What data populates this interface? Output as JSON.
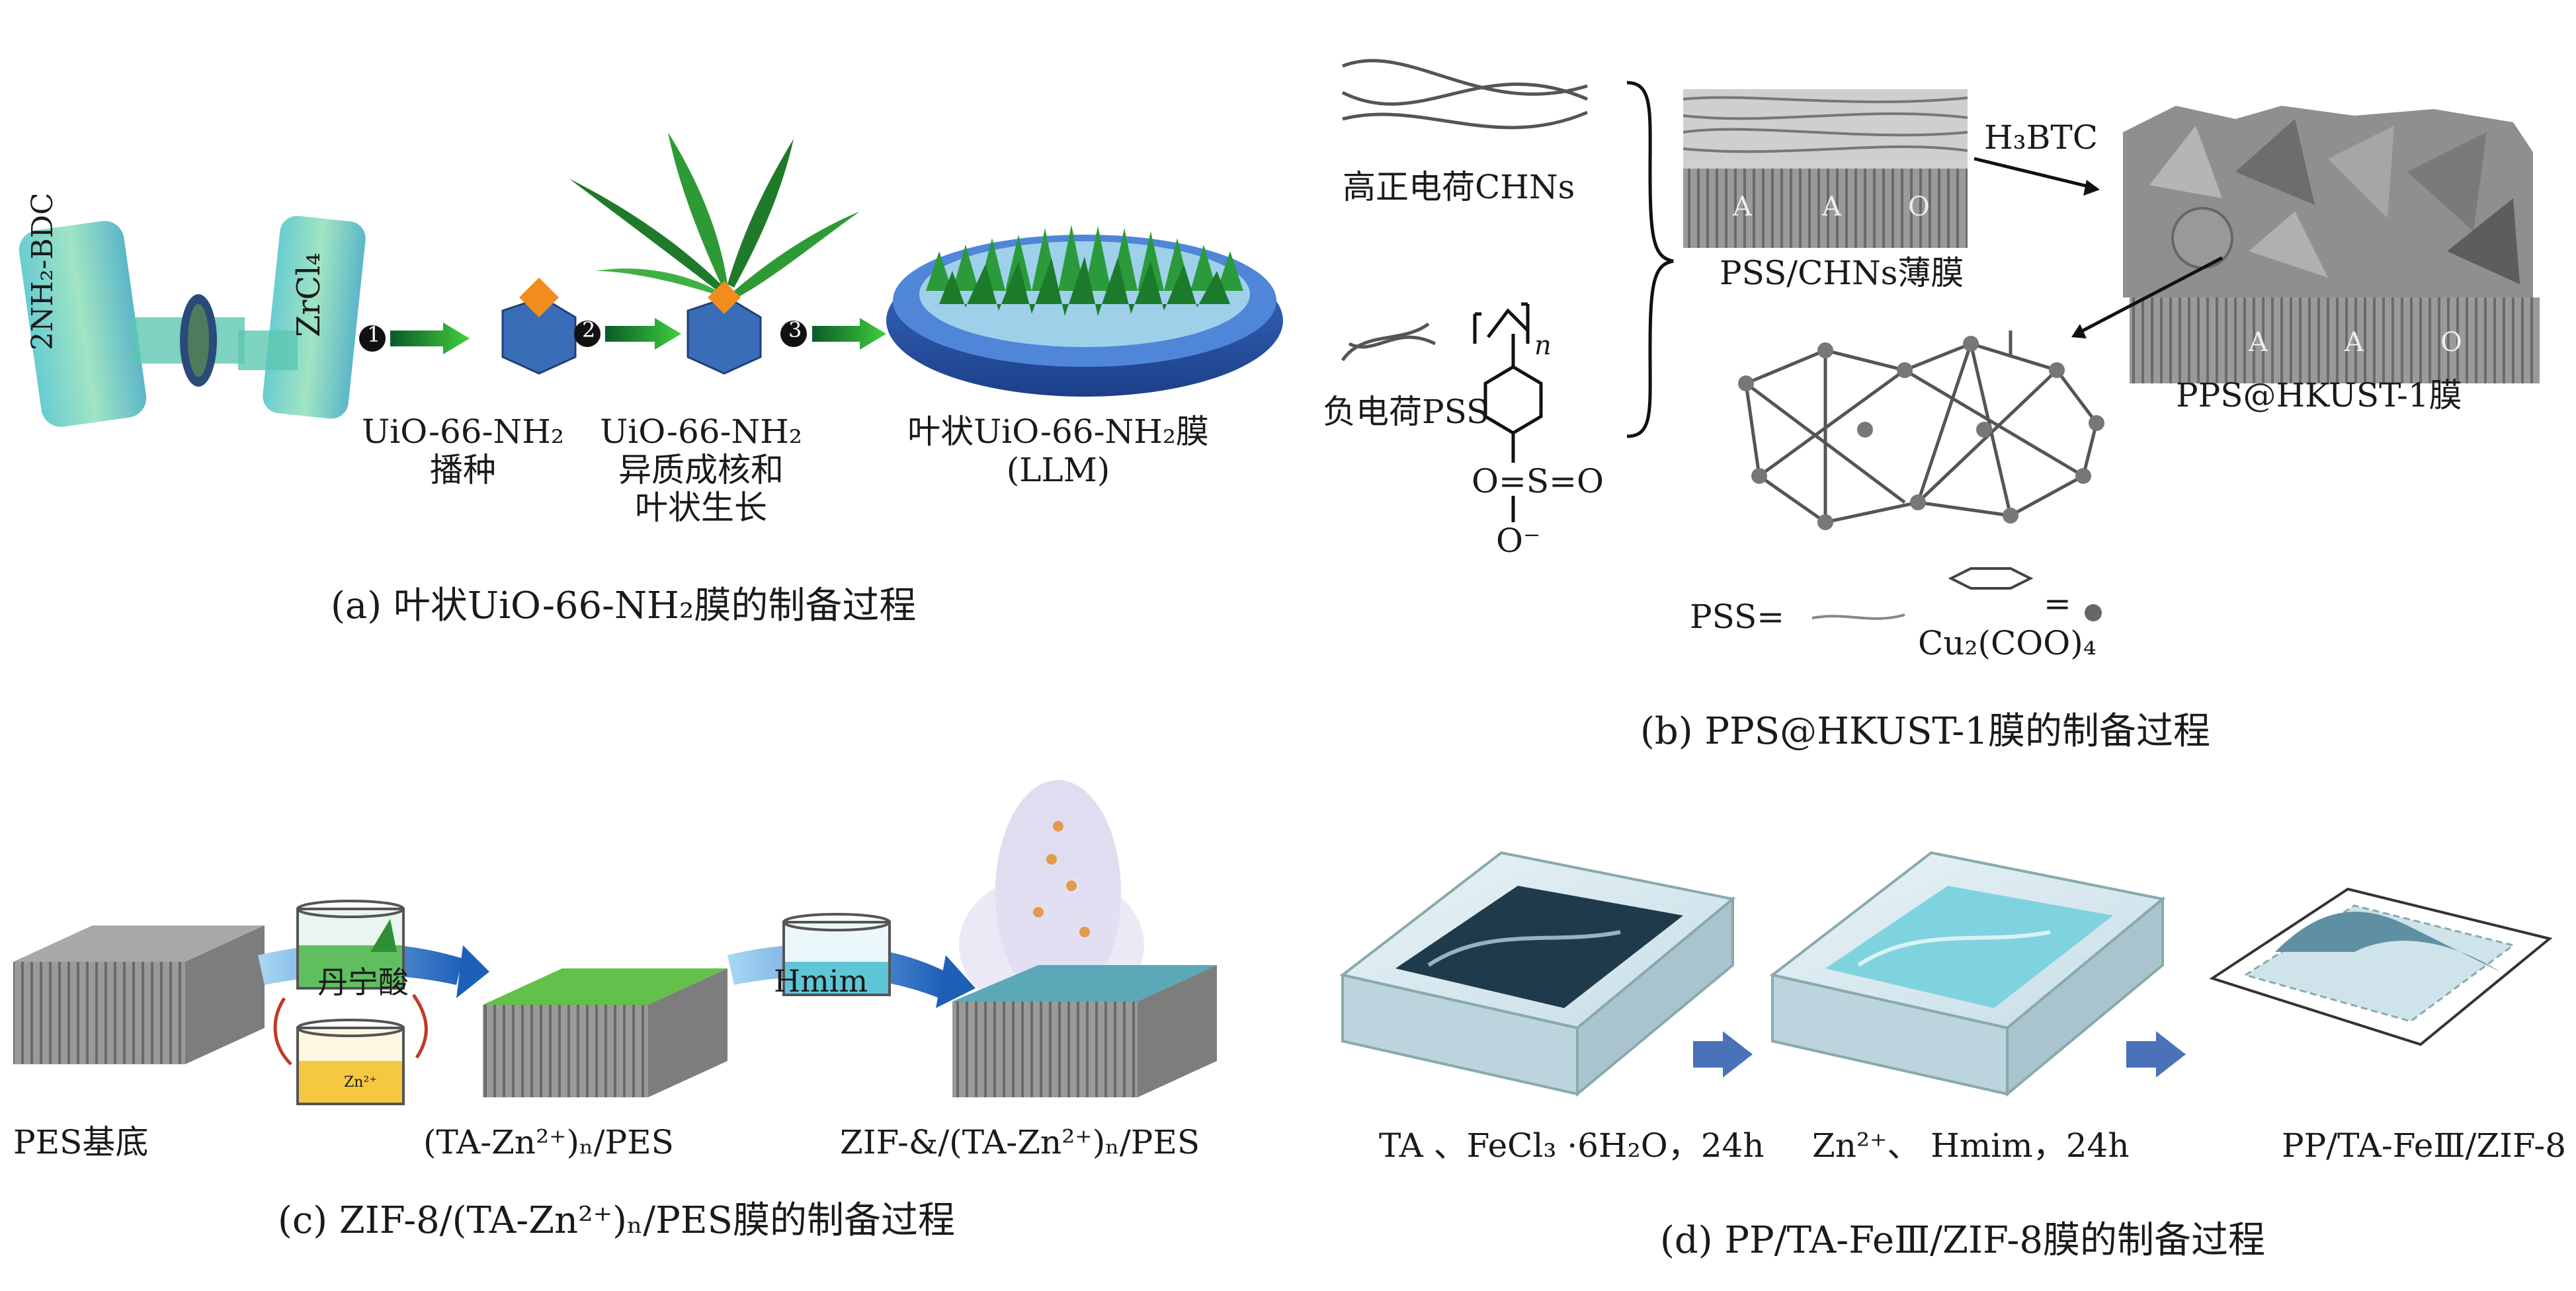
{
  "panel_a": {
    "tube_left_label": "2NH₂-BDC",
    "tube_right_label": "ZrCl₄",
    "steps": [
      "1",
      "2",
      "3"
    ],
    "label_seeding": [
      "UiO-66-NH₂",
      "播种"
    ],
    "label_growth": [
      "UiO-66-NH₂",
      "异质成核和",
      "叶状生长"
    ],
    "label_membrane": [
      "叶状UiO-66-NH₂膜",
      "(LLM)"
    ],
    "caption": "(a) 叶状UiO-66-NH₂膜的制备过程"
  },
  "panel_b": {
    "chns_label": "高正电荷CHNs",
    "pss_label": "负电荷PSS",
    "subscript_n": "n",
    "sulfonate_s": "O=S=O",
    "sulfonate_o": "O⁻",
    "reagent": "H₃BTC",
    "film_label": "PSS/CHNs薄膜",
    "aao_letters": [
      "A",
      "A",
      "O"
    ],
    "aao_letters_right": [
      "A",
      "A",
      "O"
    ],
    "product_label": "PPS@HKUST-1膜",
    "legend_pss": "PSS=",
    "legend_eq": "=",
    "legend_cu": "Cu₂(COO)₄",
    "caption": "(b) PPS@HKUST-1膜的制备过程"
  },
  "panel_c": {
    "beaker_top_label": "丹宁酸",
    "beaker_bottom_label": "Zn²⁺",
    "beaker_right_label": "Hmim",
    "label_substrate": "PES基底",
    "label_intermediate": "(TA-Zn²⁺)ₙ/PES",
    "label_final": "ZIF-&/(TA-Zn²⁺)ₙ/PES",
    "caption": "(c) ZIF-8/(TA-Zn²⁺)ₙ/PES膜的制备过程"
  },
  "panel_d": {
    "step1_label": "TA 、FeCl₃ ·6H₂O，24h",
    "step2_label": "Zn²⁺、 Hmim，24h",
    "step3_label": "PP/TA-FeⅢ/ZIF-8",
    "caption": "(d) PP/TA-FeⅢ/ZIF-8膜的制备过程"
  }
}
